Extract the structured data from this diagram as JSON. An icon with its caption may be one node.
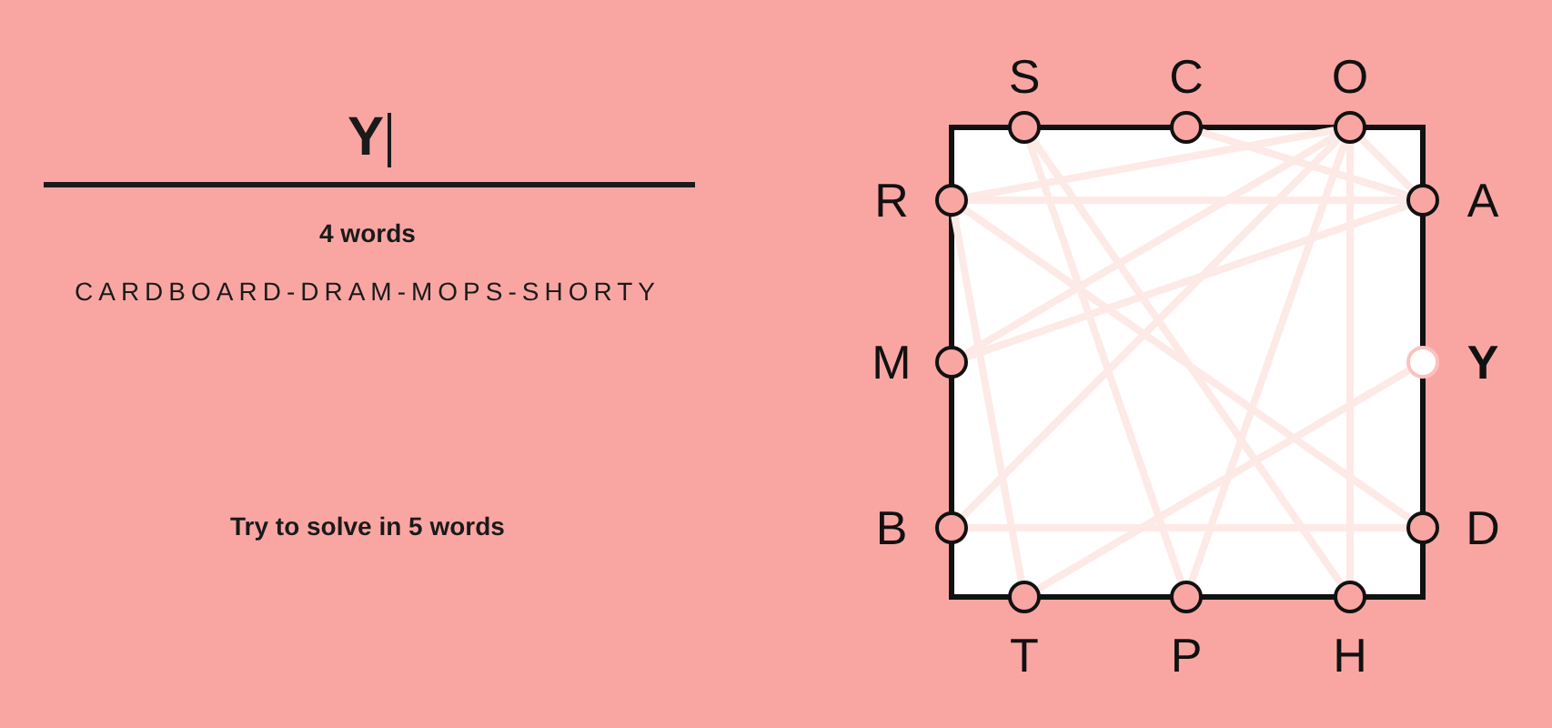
{
  "diagram": {
    "nodes": [
      {
        "text": [
          "S"
        ]
      },
      {
        "text": [
          "C"
        ]
      },
      {
        "text": [
          "O"
        ]
      },
      {
        "text": [
          "R"
        ]
      },
      {
        "text": [
          "A"
        ]
      },
      {
        "text": [
          "M"
        ]
      },
      {
        "text": [
          "Y"
        ]
      },
      {
        "text": [
          "B"
        ]
      },
      {
        "text": [
          "D"
        ]
      },
      {
        "text": [
          "T"
        ]
      },
      {
        "text": [
          "P"
        ]
      },
      {
        "text": [
          "H"
        ]
      }
    ],
    "edges": [
      {
        "from": 1,
        "to": 4,
        "arrow": "none"
      },
      {
        "from": 4,
        "to": 3,
        "arrow": "none"
      },
      {
        "from": 3,
        "to": 8,
        "arrow": "none"
      },
      {
        "from": 8,
        "to": 7,
        "arrow": "none"
      },
      {
        "from": 7,
        "to": 2,
        "arrow": "none"
      },
      {
        "from": 2,
        "to": 4,
        "arrow": "none"
      },
      {
        "from": 4,
        "to": 5,
        "arrow": "none"
      },
      {
        "from": 5,
        "to": 2,
        "arrow": "none"
      },
      {
        "from": 2,
        "to": 10,
        "arrow": "none"
      },
      {
        "from": 10,
        "to": 0,
        "arrow": "none"
      },
      {
        "from": 0,
        "to": 11,
        "arrow": "none"
      },
      {
        "from": 11,
        "to": 2,
        "arrow": "none"
      },
      {
        "from": 2,
        "to": 3,
        "arrow": "none"
      },
      {
        "from": 3,
        "to": 9,
        "arrow": "none"
      },
      {
        "from": 9,
        "to": 6,
        "arrow": "none"
      }
    ],
    "labels": [
      "Y",
      "4 words",
      "CARDBOARD-DRAM-MOPS-SHORTY",
      "Try to solve in 5 words"
    ]
  }
}
